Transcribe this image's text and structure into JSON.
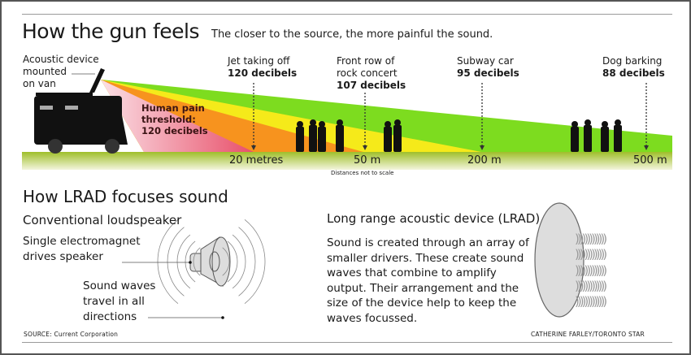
{
  "top": {
    "title": "How the gun feels",
    "subtitle": "The closer to the source, the more painful the sound.",
    "device_label": [
      "Acoustic device",
      "mounted",
      "on van"
    ],
    "pain_threshold": [
      "Human pain",
      "threshold:",
      "120 decibels"
    ],
    "markers": [
      {
        "name": "Jet taking off",
        "name2": "",
        "db": "120 decibels",
        "distance": "20 metres"
      },
      {
        "name": "Front row of",
        "name2": "rock concert",
        "db": "107 decibels",
        "distance": "50 m"
      },
      {
        "name": "Subway car",
        "name2": "",
        "db": "95 decibels",
        "distance": "200 m"
      },
      {
        "name": "Dog barking",
        "name2": "",
        "db": "88 decibels",
        "distance": "500 m"
      }
    ],
    "note": "Distances not to scale",
    "colors": {
      "pain": "#e8506a",
      "orange": "#f7931e",
      "yellow": "#f5ea1a",
      "green": "#7ddc1f",
      "ground": "#b8c95a"
    }
  },
  "bottom": {
    "heading": "How LRAD focuses sound",
    "conventional": {
      "heading": "Conventional loudspeaker",
      "callout1": [
        "Single electromagnet",
        "drives speaker"
      ],
      "callout2": [
        "Sound waves",
        "travel in all",
        "directions"
      ]
    },
    "lrad": {
      "heading": "Long range acoustic device (LRAD)",
      "text": [
        "Sound is created through an array of",
        "smaller drivers. These create sound",
        "waves that combine to amplify",
        "output. Their arrangement and the",
        "size of the device help to keep the",
        "waves focussed."
      ]
    },
    "source": "SOURCE: Current Corporation",
    "credit": "CATHERINE FARLEY/TORONTO STAR"
  }
}
